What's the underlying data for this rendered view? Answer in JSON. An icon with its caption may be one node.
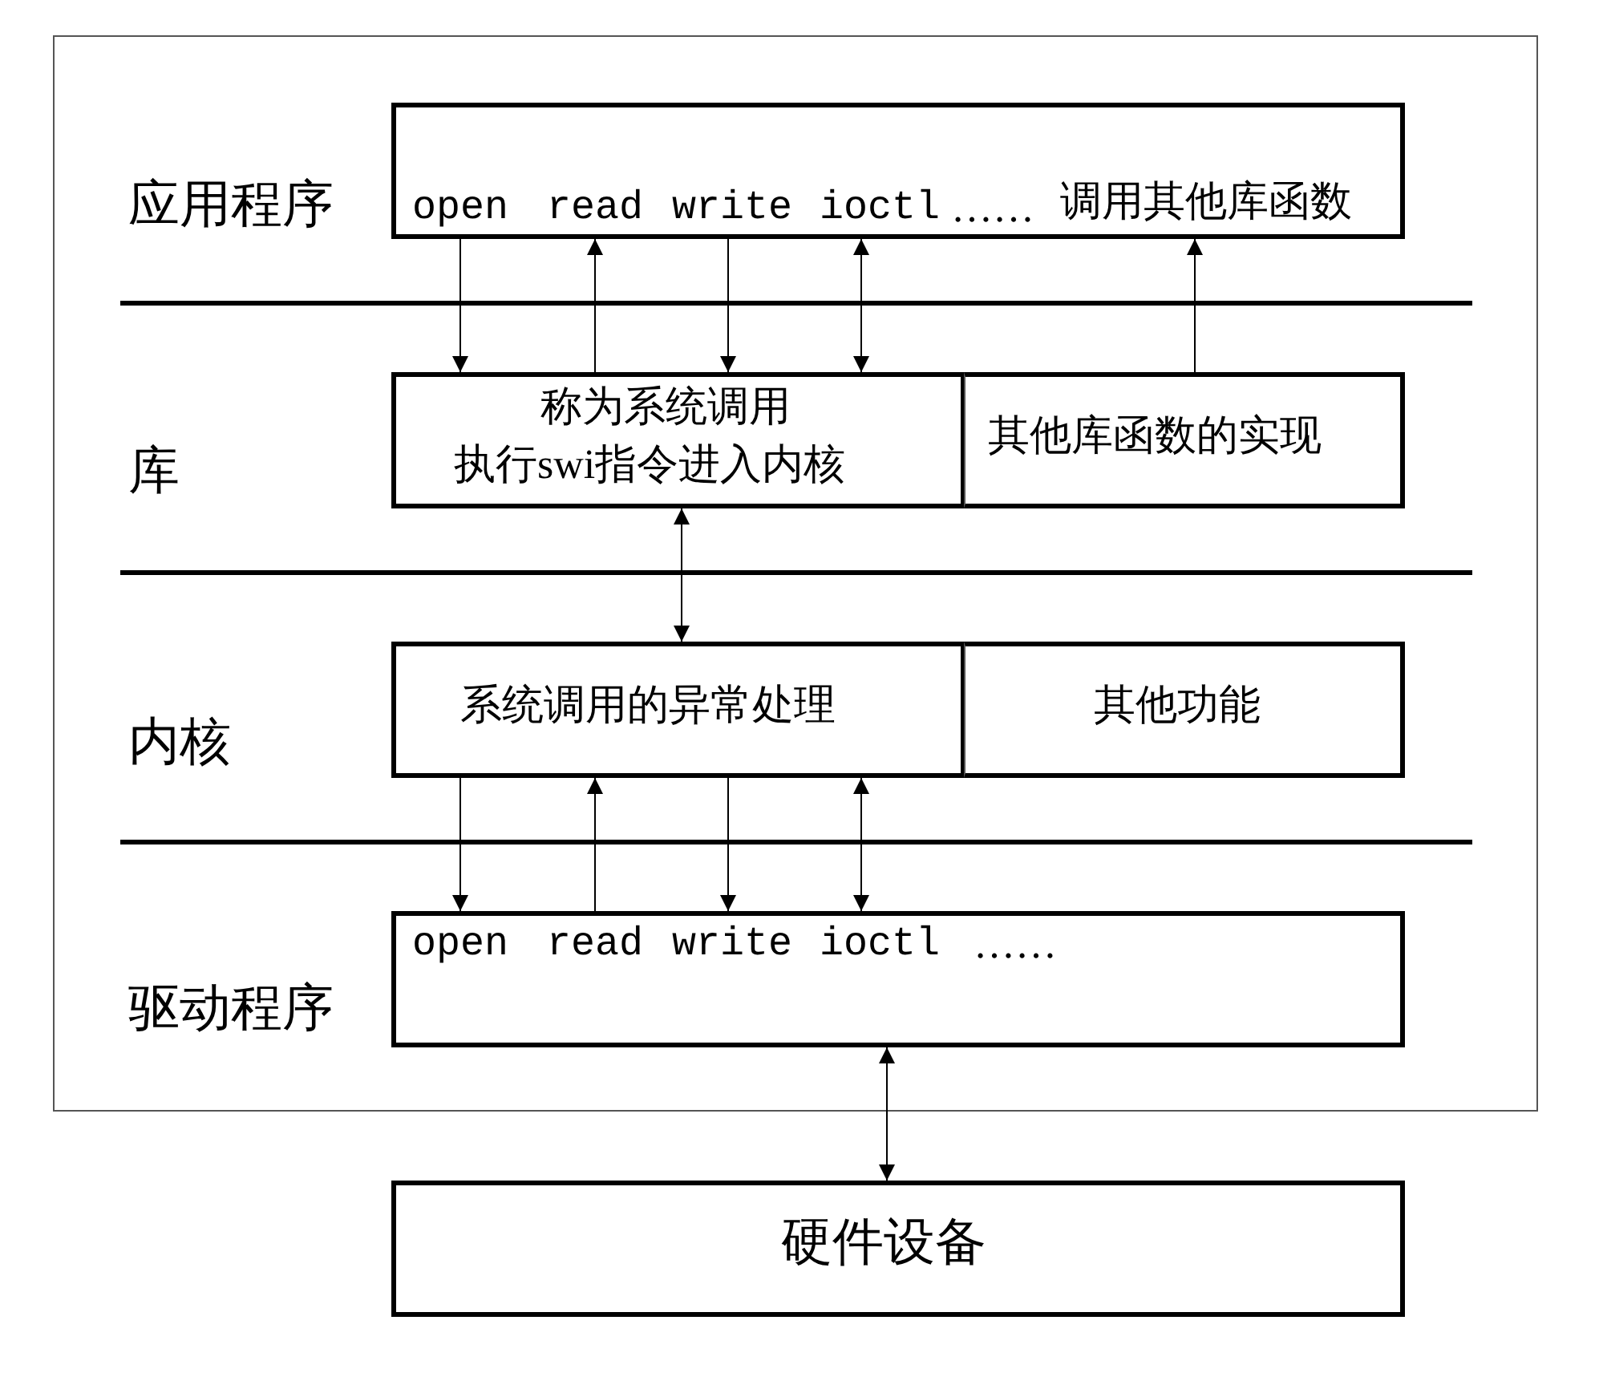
{
  "diagram": {
    "nodes": [
      {
        "text": [
          "open",
          "read",
          "write",
          "ioctl",
          "……",
          "调用其他库函数"
        ]
      },
      {
        "text": [
          "称为系统调用",
          "执行swi指令进入内核"
        ]
      },
      {
        "text": [
          "其他库函数的实现"
        ]
      },
      {
        "text": [
          "系统调用的异常处理"
        ]
      },
      {
        "text": [
          "其他功能"
        ]
      },
      {
        "text": [
          "open",
          "read",
          "write",
          "ioctl",
          "……"
        ]
      },
      {
        "text": [
          "硬件设备"
        ]
      }
    ],
    "edges": [
      {
        "from": 0,
        "to": 1,
        "arrow": "to"
      },
      {
        "from": 1,
        "to": 0,
        "arrow": "to"
      },
      {
        "from": 0,
        "to": 1,
        "arrow": "to"
      },
      {
        "from": 0,
        "to": 1,
        "arrow": "both"
      },
      {
        "from": 2,
        "to": 0,
        "arrow": "to"
      },
      {
        "from": 1,
        "to": 3,
        "arrow": "both"
      },
      {
        "from": 3,
        "to": 5,
        "arrow": "to"
      },
      {
        "from": 5,
        "to": 3,
        "arrow": "to"
      },
      {
        "from": 3,
        "to": 5,
        "arrow": "to"
      },
      {
        "from": 3,
        "to": 5,
        "arrow": "both"
      },
      {
        "from": 5,
        "to": 6,
        "arrow": "both"
      }
    ],
    "labels": [
      "应用程序",
      "库",
      "内核",
      "驱动程序"
    ]
  }
}
